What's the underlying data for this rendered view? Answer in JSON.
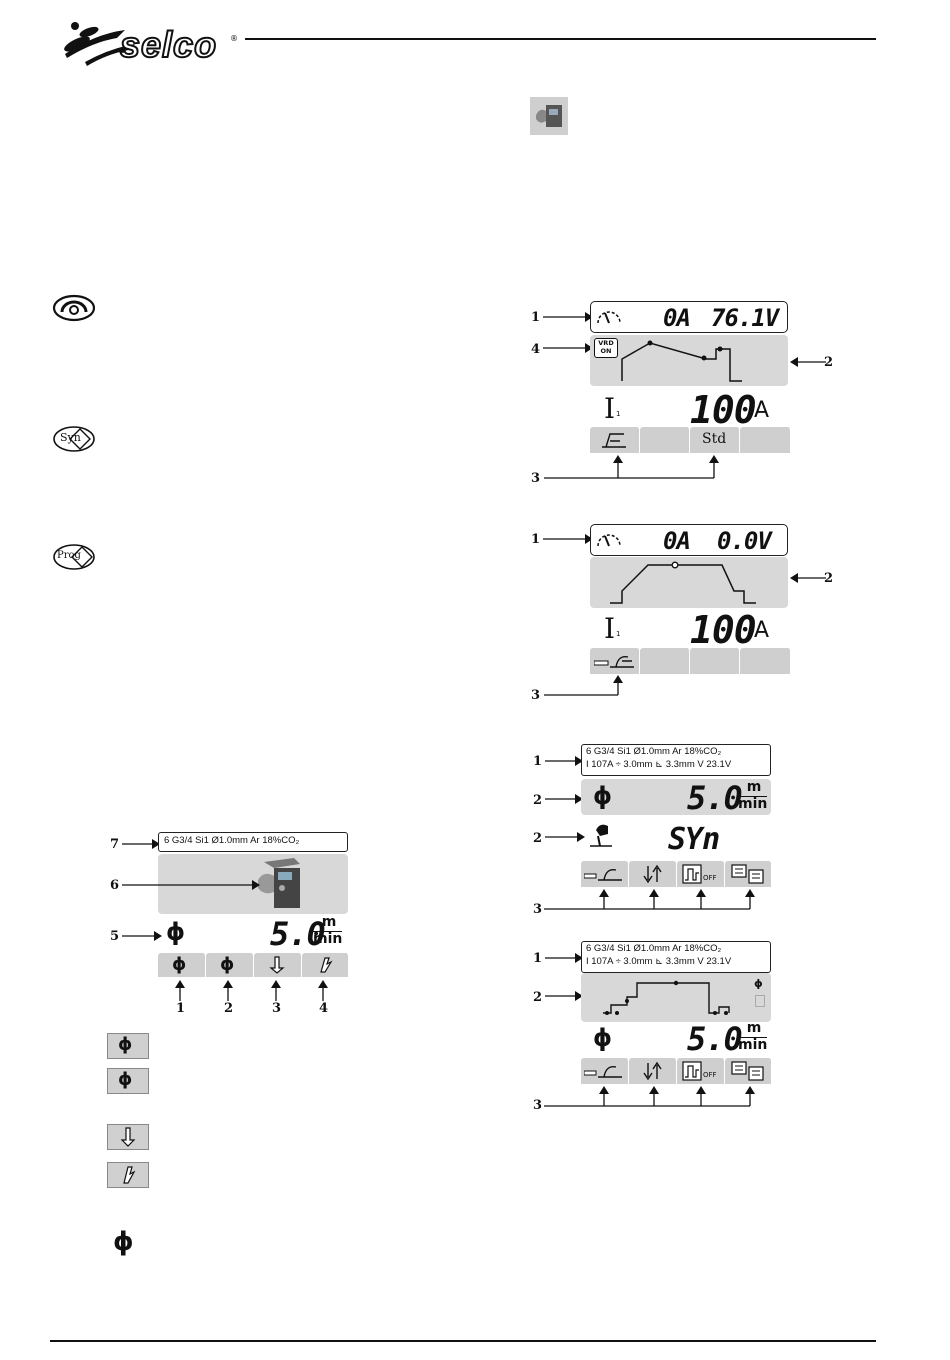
{
  "brand": {
    "name": "selco",
    "registered": "®"
  },
  "side_icons": [
    "meter-dial-icon",
    "synergy-button-icon",
    "program-button-icon"
  ],
  "syn_button": {
    "label": "Syn"
  },
  "prog_button": {
    "label": "Prog"
  },
  "display1": {
    "current_reading": "0A",
    "voltage_reading": "76.1V",
    "vrd_badge": "VRD ON",
    "main_label": "I",
    "main_sub": "1",
    "main_value": "100",
    "main_unit": "A",
    "tab_std": "Std",
    "callouts": {
      "c1": "1",
      "c2": "2",
      "c3": "3",
      "c4": "4"
    }
  },
  "display2": {
    "current_reading": "0A",
    "voltage_reading": "0.0V",
    "main_label": "I",
    "main_sub": "1",
    "main_value": "100",
    "main_unit": "A",
    "callouts": {
      "c1": "1",
      "c2": "2",
      "c3": "3"
    }
  },
  "display3": {
    "info_line1": "6 G3/4 Si1  Ø1.0mm  Ar 18%CO₂",
    "info_line2": "I  107A  ÷  3.0mm  ⊾ 3.3mm  V 23.1V",
    "speed_value": "5.0",
    "speed_unit_top": "m",
    "speed_unit_bottom": "min",
    "syn_value": "SYn",
    "callouts": {
      "c1": "1",
      "c2a": "2",
      "c2b": "2",
      "c3": "3"
    }
  },
  "display4": {
    "info_line1": "6 G3/4 Si1  Ø1.0mm  Ar 18%CO₂",
    "info_line2": "I  107A  ÷  3.0mm  ⊾ 3.3mm  V 23.1V",
    "speed_value": "5.0",
    "speed_unit_top": "m",
    "speed_unit_bottom": "min",
    "callouts": {
      "c1": "1",
      "c2": "2",
      "c3": "3"
    }
  },
  "display5": {
    "info_line1": "6 G3/4 Si1  Ø1.0mm  Ar 18%CO₂",
    "speed_value": "5.0",
    "speed_unit_top": "m",
    "speed_unit_bottom": "min",
    "callouts": {
      "c7": "7",
      "c6": "6",
      "c5": "5"
    },
    "tab_numbers": [
      "1",
      "2",
      "3",
      "4"
    ]
  },
  "legend_icons": [
    "wire-feed-icon",
    "wire-feed-alt-icon",
    "wire-inch-down-icon",
    "gas-test-icon"
  ]
}
